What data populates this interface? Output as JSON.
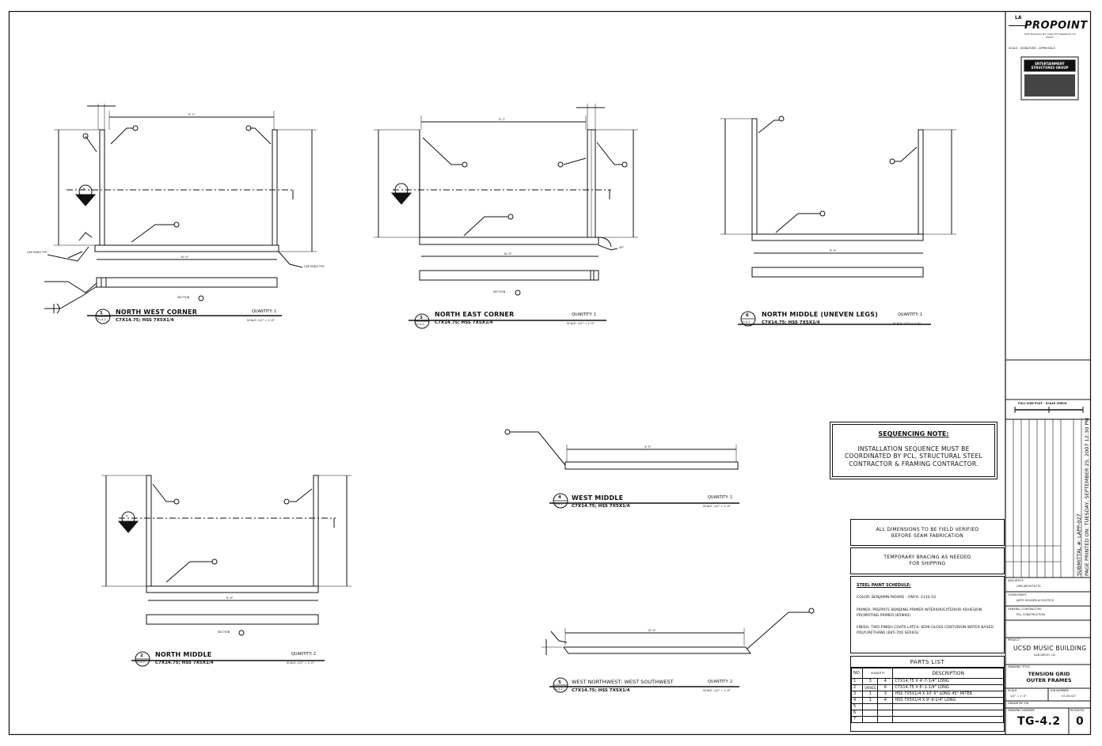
{
  "details": [
    {
      "num": "1",
      "sheet": "TG-4.2",
      "title": "NORTH WEST CORNER",
      "member": "C7X14.75; HSS 7X5X1/4",
      "quantity": "QUANTITY: 1",
      "scale": "SCALE: 1/2\" = 1'-0\""
    },
    {
      "num": "3",
      "sheet": "TG-4.2",
      "title": "NORTH EAST CORNER",
      "member": "C7X14.75; HSS 7X5X1/4",
      "quantity": "QUANTITY: 1",
      "scale": "SCALE: 1/2\" = 1'-0\""
    },
    {
      "num": "6",
      "sheet": "TG-4.2",
      "title": "NORTH MIDDLE (UNEVEN LEGS)",
      "member": "C7X14.75; HSS 7X5X1/4",
      "quantity": "QUANTITY: 1",
      "scale": "SCALE: 1/2\" = 1'-0\""
    },
    {
      "num": "4",
      "sheet": "TG-4.2",
      "title": "WEST MIDDLE",
      "member": "C7X14.75; HSS 7X5X1/4",
      "quantity": "QUANTITY: 1",
      "scale": "SCALE: 1/2\" = 1'-0\""
    },
    {
      "num": "2",
      "sheet": "TG-4.2",
      "title": "NORTH MIDDLE",
      "member": "C7X14.75; HSS 7X5X1/4",
      "quantity": "QUANTITY: 2",
      "scale": "SCALE: 1/2\" = 1'-0\""
    },
    {
      "num": "5",
      "sheet": "TG-4.2",
      "title": "WEST NORTHWEST; WEST SOUTHWEST",
      "member": "C7X14.75; HSS 7X5X1/4",
      "quantity": "QUANTITY: 2",
      "scale": "SCALE: 1/2\" = 1'-0\""
    }
  ],
  "labels": {
    "section_b": "SECTION",
    "section_c": "SECTION",
    "section_a": "SECTION",
    "b_letter": "B",
    "c_letter": "C",
    "a_letter": "A",
    "cap_ends": "CAP ENDS TYP.",
    "cap_ends_r": "CAP ENDS TYP.",
    "dim_nw_top": "9'-7\"",
    "dim_nw_bot": "10'-0\"",
    "dim_ne_top": "9'-7\"",
    "dim_ne_bot": "10'-0\"",
    "dim_nm_bot": "9'-9\"",
    "dim_wm": "9'-9\"",
    "dim_nm2": "9'-9\"",
    "dim_wnw": "10'-0\"",
    "angle_45": "45°"
  },
  "sequencing_note": {
    "heading": "SEQUENCING NOTE:",
    "body": "INSTALLATION SEQUENCE MUST BE COORDINATED BY PCL, STRUCTURAL STEEL CONTRACTOR & FRAMING CONTRACTOR."
  },
  "notes": {
    "field_verify": "ALL DIMENSIONS TO BE FIELD VERIFIED BEFORE SEAM FABRICATION",
    "bracing": "TEMPORARY BRACING AS NEEDED FOR SHIPPING"
  },
  "paint_schedule": {
    "heading": "STEEL PAINT SCHEDULE:",
    "color": "COLOR: BENJAMIN MOORE - ONYX; 2133-10",
    "primer": "PRIMER: PREPRITE BONDING PRIMER INTERIOR/EXTERIOR ADHESION PROMOTING PRIMER (B5M60)",
    "finish": "FINISH: TWO FINISH COATS LATEX; SEMI-GLOSS CENTURION WATER BASED POLYURETHANE (B45-700 SERIES)"
  },
  "parts_list": {
    "title": "PARTS LIST",
    "headers": [
      "NO.",
      "QUANTITY",
      "",
      "DESCRIPTION"
    ],
    "rows": [
      [
        "1",
        "3",
        "4",
        "C7X14.75 X 4'-7-1/4\" LONG"
      ],
      [
        "2",
        "VARIES",
        "6",
        "C7X14.75 X 6'-1-1/4\" LONG"
      ],
      [
        "3",
        "1",
        "3",
        "HSS 7X5X1/4 X 10'-5\" LONG 45° MITER"
      ],
      [
        "4",
        "1",
        "4",
        "HSS 7X5X1/4 X 9'-9-1/4\" LONG"
      ],
      [
        "5",
        "",
        "",
        ""
      ],
      [
        "6",
        "",
        "",
        ""
      ],
      [
        "7",
        "",
        "",
        ""
      ]
    ]
  },
  "title_block": {
    "logo": "PROPOINT",
    "logo_prefix": "LA",
    "address": "1225 Ranchero Rd, Suite 107 Pasadena, CA 91107",
    "stamp_heading": "SCALE - SIGNATURE - APPROVALS",
    "stamp_company": "ENTERTAINMENT STRUCTURES GROUP",
    "scale_check": "FULL SIZE PLOT - SCALE CHECK",
    "print_date": "PAGE PRINTED ON: TUESDAY, SEPTEMBER 25, 2007 12:30 PM",
    "submittal": "SUBMITTAL #: LAPP-027",
    "architect_label": "ARCHITECT:",
    "architect": "LMN ARCHITECTS",
    "consultant_label": "CONSULTANT:",
    "consultant": "JAFFE HOLDEN ACOUSTICS",
    "contractor_label": "GENERAL CONTRACTOR:",
    "contractor": "PCL CONSTRUCTION",
    "project_label": "PROJECT:",
    "project": "UCSD MUSIC BUILDING",
    "project_city": "SAN DIEGO, CA",
    "drawing_title_label": "DRAWING TITLE:",
    "drawing_title": "TENSION GRID OUTER FRAMES",
    "scale_label": "SCALE:",
    "scale": "1/2\" = 1'-0\"",
    "job_label": "JOB NUMBER:",
    "job": "07-03-027",
    "drawn_label": "DRAWN BY: EJH",
    "number_label": "DRAWING NUMBER:",
    "revision_label": "REVISION:",
    "number": "TG-4.2",
    "revision": "0"
  }
}
